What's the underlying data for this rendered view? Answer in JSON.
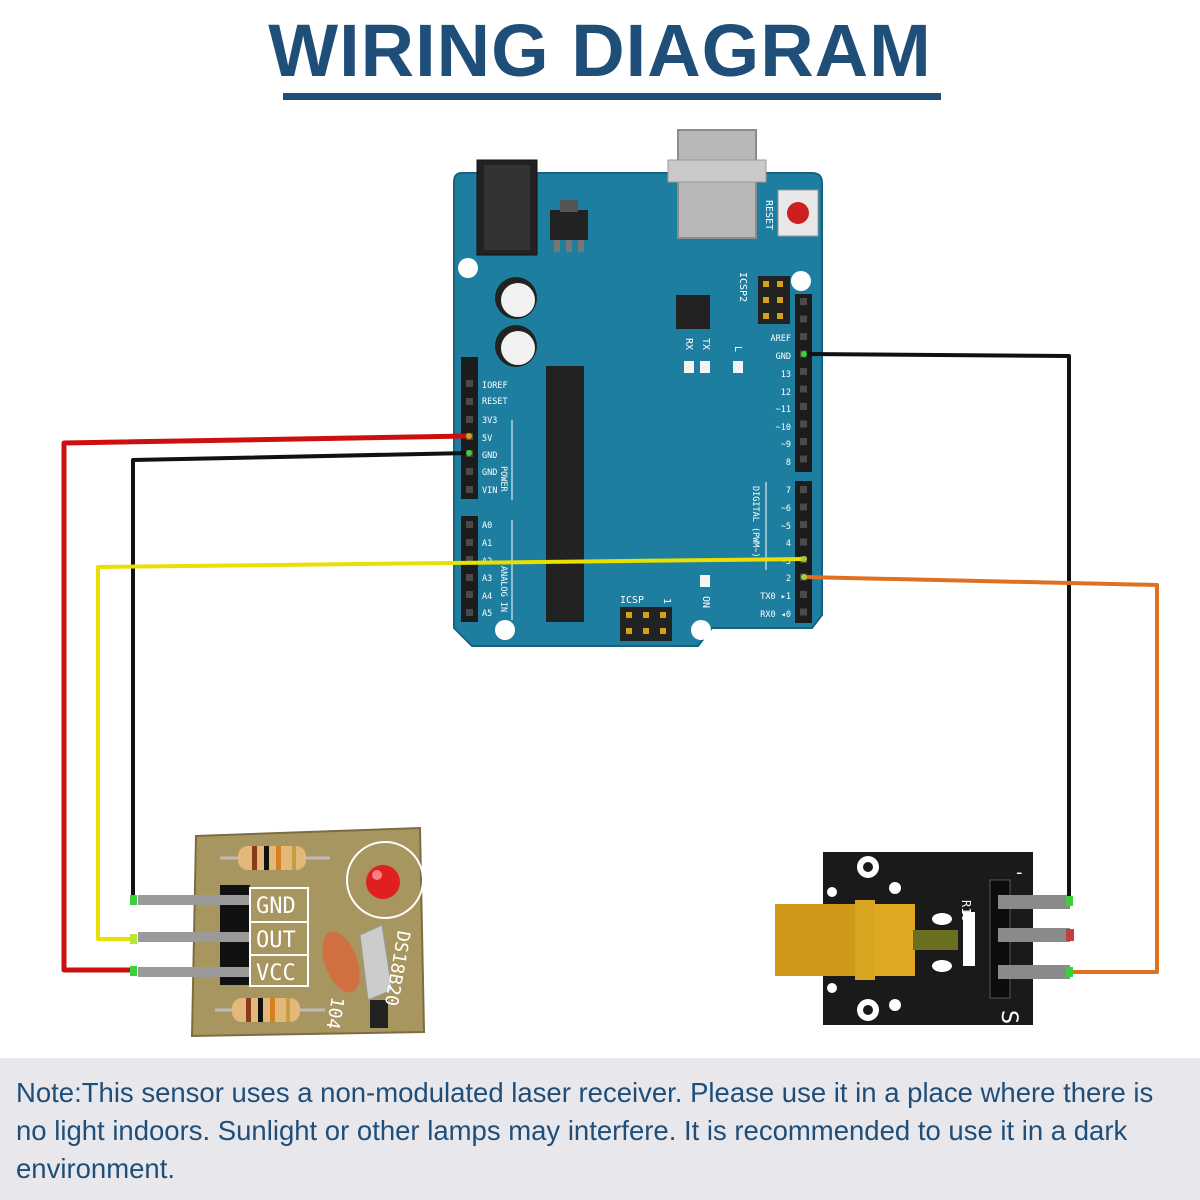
{
  "title": "WIRING DIAGRAM",
  "arduino": {
    "reset": "RESET",
    "icsp2": "ICSP2",
    "icsp": "ICSP",
    "icsp_pin1": "1",
    "on": "ON",
    "tx": "TX",
    "rx": "RX",
    "l": "L",
    "power_label": "POWER",
    "analog_label": "ANALOG IN",
    "digital_label": "DIGITAL (PWM~)",
    "power_pins": [
      "IOREF",
      "RESET",
      "3V3",
      "5V",
      "GND",
      "GND",
      "VIN"
    ],
    "analog_pins": [
      "A0",
      "A1",
      "A2",
      "A3",
      "A4",
      "A5"
    ],
    "digital_top_pins": [
      "AREF",
      "GND",
      "13",
      "12",
      "~11",
      "~10",
      "~9",
      "8"
    ],
    "digital_bottom_pins": [
      "7",
      "~6",
      "~5",
      "4",
      "~3",
      "2",
      "TX0 ▸1",
      "RX0 ◂0"
    ]
  },
  "receiver": {
    "pins": [
      "GND",
      "OUT",
      "VCC"
    ],
    "chip_label": "DS18B20",
    "cap_label": "104"
  },
  "laser": {
    "minus": "-",
    "r_label": "R10",
    "s_label": "S"
  },
  "note": "Note:This sensor uses a non-modulated laser receiver. Please use it in a place where there is no light indoors. Sunlight or other lamps may interfere. It is recommended to use it in a dark environment.",
  "colors": {
    "title": "#1f4e79",
    "board": "#1e7ea0",
    "vcc_wire": "#cc1010",
    "gnd_wire": "#111111",
    "signal_wire": "#e8e000",
    "laser_wire": "#e07020"
  }
}
